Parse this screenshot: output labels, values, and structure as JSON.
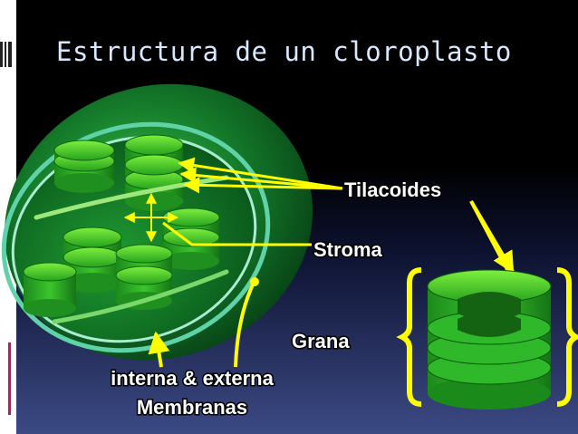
{
  "slide": {
    "title": "Estructura de un cloroplasto",
    "accent_color": "#ffff00",
    "organelle_color": "#2bbd2b"
  },
  "labels": {
    "tilacoides": "Tilacoides",
    "stroma": "Stroma",
    "grana": "Grana",
    "membranas_line1": "interna & externa",
    "membranas_line2": "Membranas"
  }
}
